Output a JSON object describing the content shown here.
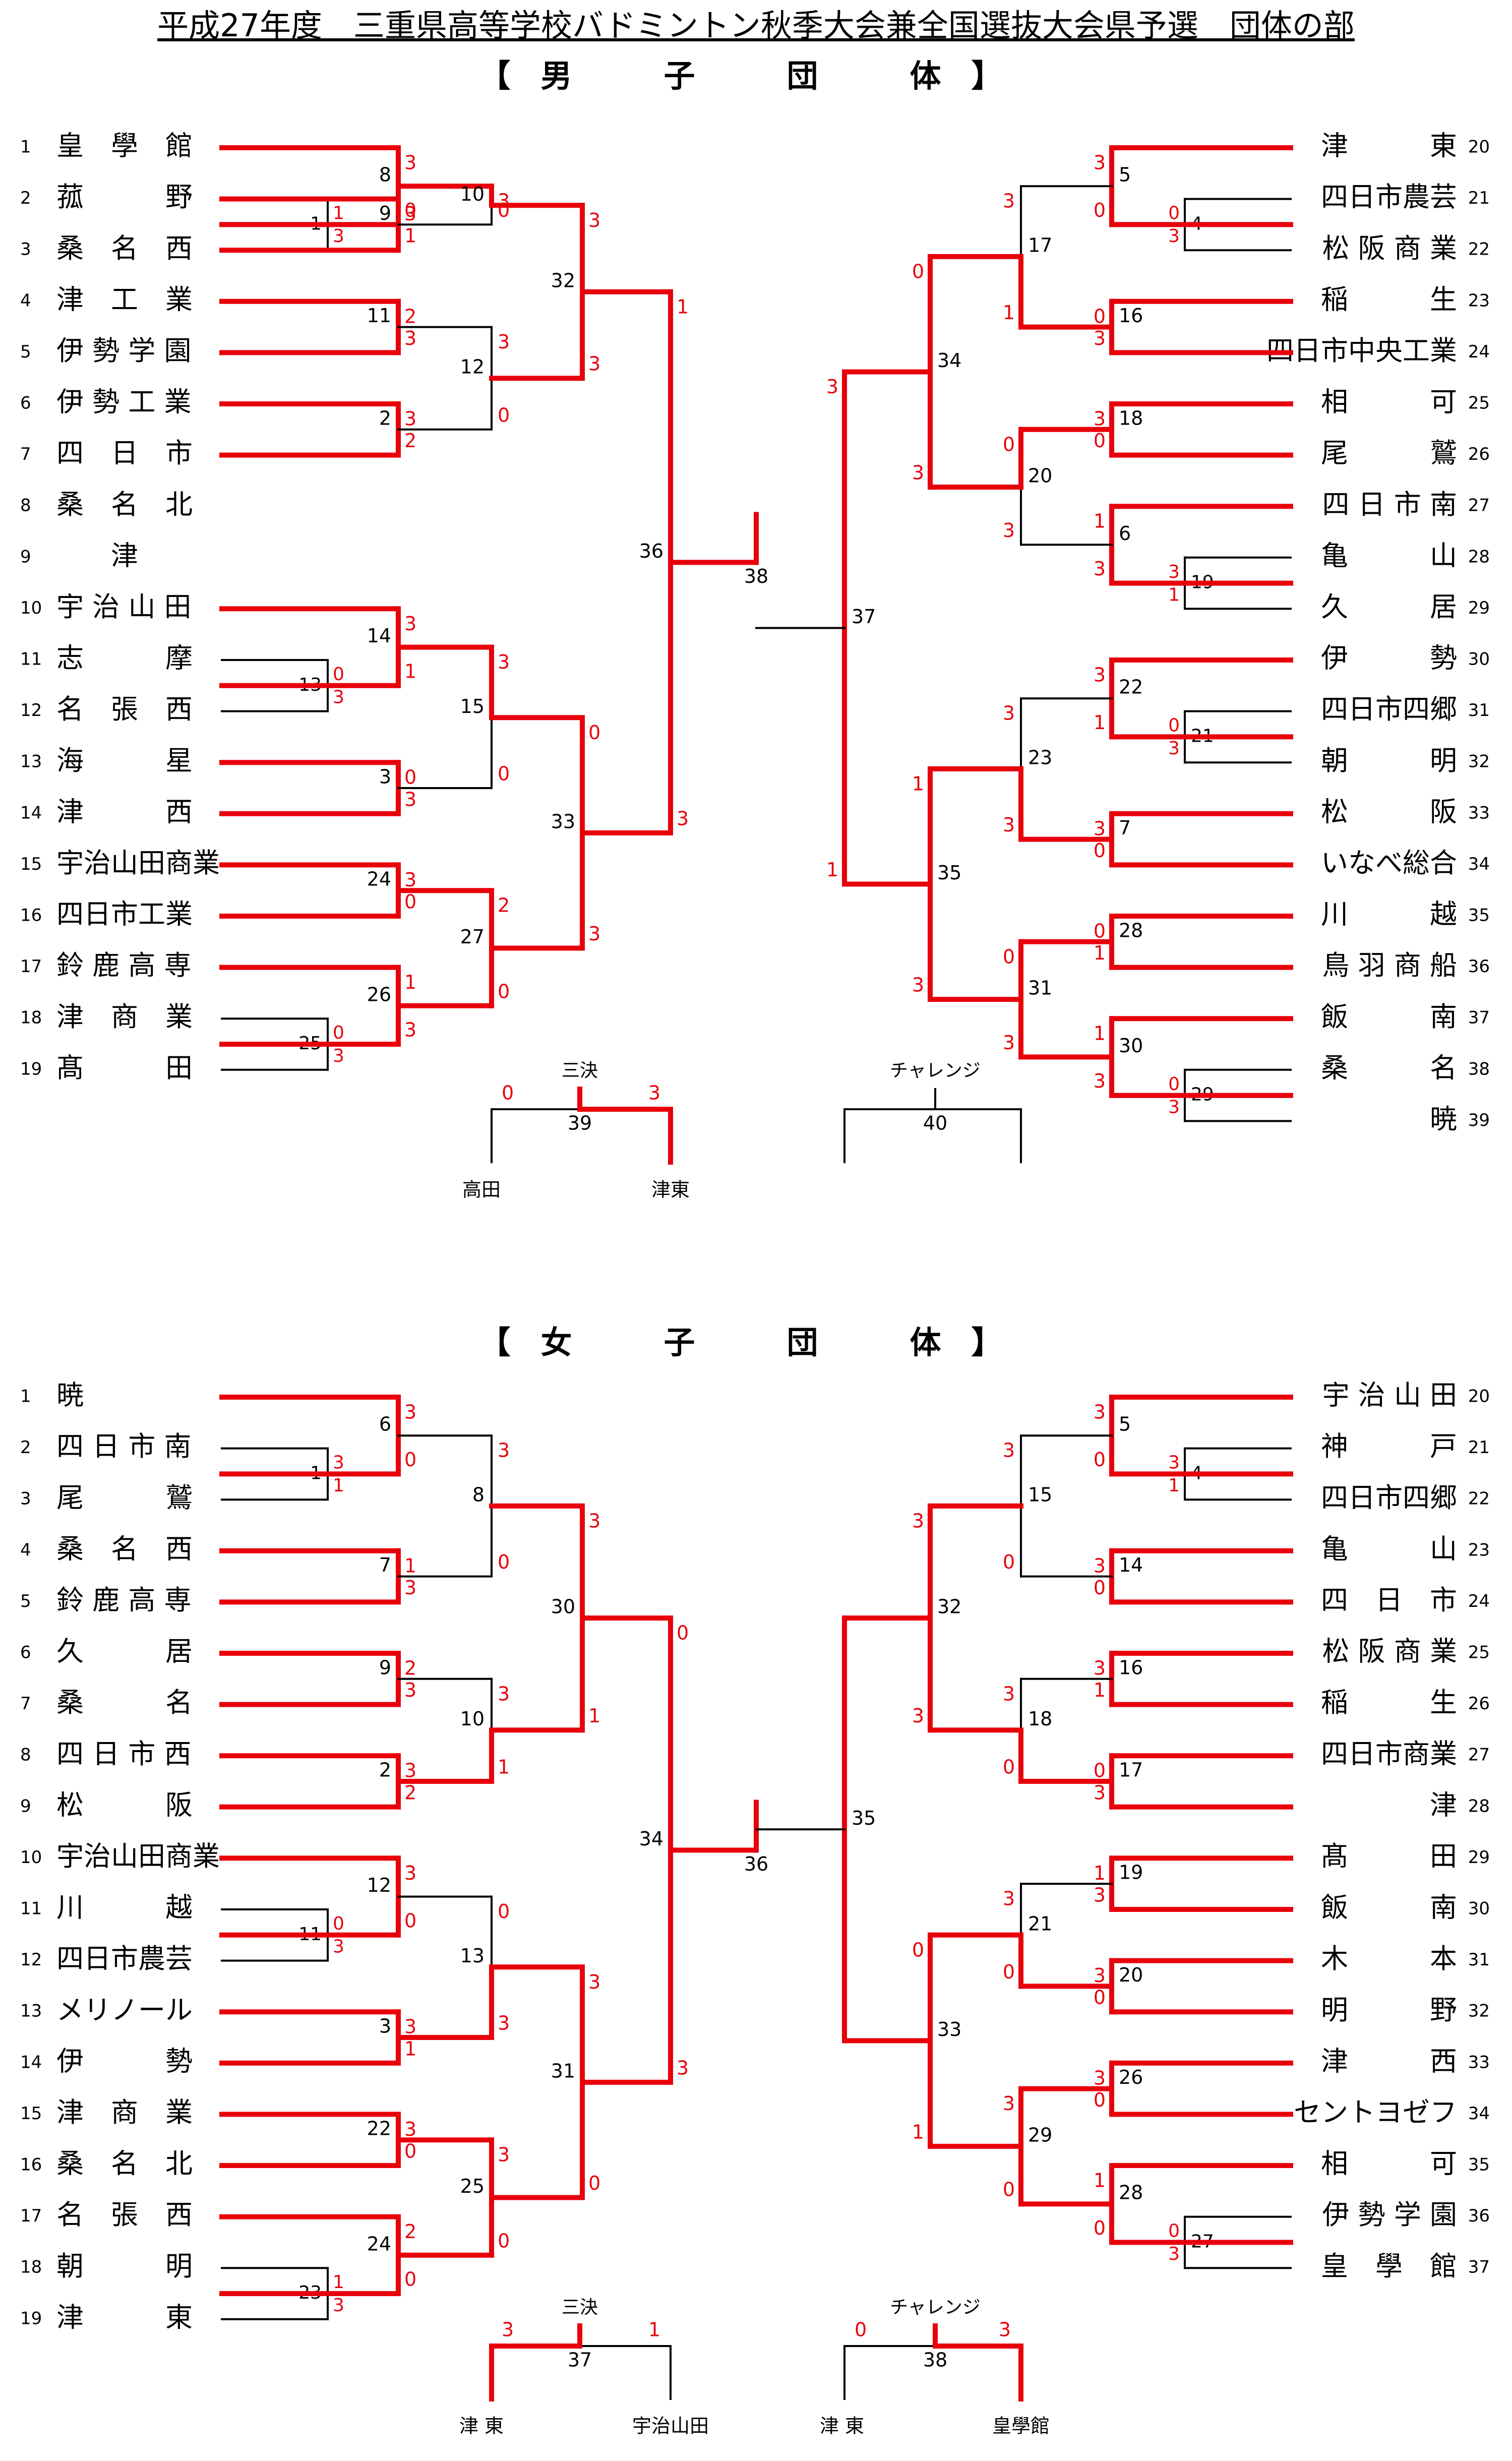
{
  "title": "平成27年度　三重県高等学校バドミントン秋季大会兼全国選抜大会県予選　団体の部",
  "colors": {
    "win": "#e8000b",
    "line": "#000000"
  },
  "sections": [
    {
      "heading": "【男　子　団　体】",
      "left": [
        "皇　學　館",
        "菰　　　野",
        "桑　名　西",
        "津　工　業",
        "伊 勢 学 園",
        "伊 勢 工 業",
        "四　日　市",
        "桑　名　北",
        "　　津",
        "宇 治 山 田",
        "志　　　摩",
        "名　張　西",
        "海　　　星",
        "津　　　西",
        "宇治山田商業",
        "四日市工業",
        "鈴 鹿 高 専",
        "津　商　業",
        "髙　　　田"
      ],
      "right": [
        "津　　　東",
        "四日市農芸",
        "松 阪 商 業",
        "稲　　　生",
        "四日市中央工業",
        "相　　　可",
        "尾　　　鷲",
        "四 日 市 南",
        "亀　　　山",
        "久　　　居",
        "伊　　　勢",
        "四日市四郷",
        "朝　　　明",
        "松　　　阪",
        "いなべ総合",
        "川　　　越",
        "鳥 羽 商 船",
        "飯　　　南",
        "桑　　　名",
        "暁"
      ],
      "left_nums": [
        "1",
        "2",
        "3",
        "4",
        "5",
        "6",
        "7",
        "8",
        "9",
        "10",
        "11",
        "12",
        "13",
        "14",
        "15",
        "16",
        "17",
        "18",
        "19"
      ],
      "right_nums": [
        "20",
        "21",
        "22",
        "23",
        "24",
        "25",
        "26",
        "27",
        "28",
        "29",
        "30",
        "31",
        "32",
        "33",
        "34",
        "35",
        "36",
        "37",
        "38",
        "39"
      ],
      "match_nums": [
        "1",
        "8",
        "9",
        "10",
        "11",
        "2",
        "12",
        "13",
        "14",
        "3",
        "15",
        "24",
        "25",
        "26",
        "27",
        "32",
        "33",
        "36",
        "4",
        "5",
        "16",
        "17",
        "18",
        "19",
        "6",
        "20",
        "21",
        "22",
        "7",
        "23",
        "28",
        "29",
        "30",
        "31",
        "34",
        "35",
        "37",
        "38"
      ],
      "scores": [
        "1",
        "3",
        "3",
        "0",
        "3",
        "1",
        "3",
        "0",
        "2",
        "3",
        "3",
        "2",
        "3",
        "0",
        "0",
        "3",
        "3",
        "1",
        "0",
        "3",
        "3",
        "0",
        "3",
        "0",
        "0",
        "3",
        "1",
        "3",
        "2",
        "0",
        "3",
        "3",
        "0",
        "3",
        "1",
        "3",
        "0",
        "3",
        "3",
        "0",
        "0",
        "3",
        "3",
        "1",
        "3",
        "0",
        "3",
        "1",
        "1",
        "3",
        "0",
        "3",
        "0",
        "3",
        "3",
        "1",
        "3",
        "0",
        "3",
        "3",
        "0",
        "1",
        "0",
        "3",
        "1",
        "3",
        "0",
        "3",
        "0",
        "3",
        "1",
        "3",
        "3",
        "1"
      ],
      "third": {
        "label": "三決",
        "num": "39",
        "left_score": "0",
        "right_score": "3",
        "left_team": "高田",
        "right_team": "津東"
      },
      "challenge": {
        "label": "チャレンジ",
        "num": "40"
      }
    },
    {
      "heading": "【女　子　団　体】",
      "left": [
        "暁",
        "四 日 市 南",
        "尾　　　鷲",
        "桑　名　西",
        "鈴 鹿 高 専",
        "久　　　居",
        "桑　　　名",
        "四 日 市 西",
        "松　　　阪",
        "宇治山田商業",
        "川　　　越",
        "四日市農芸",
        "メリノール",
        "伊　　　勢",
        "津　商　業",
        "桑　名　北",
        "名　張　西",
        "朝　　　明",
        "津　　　東"
      ],
      "right": [
        "宇 治 山 田",
        "神　　　戸",
        "四日市四郷",
        "亀　　　山",
        "四　日　市",
        "松 阪 商 業",
        "稲　　　生",
        "四日市商業",
        "　津",
        "髙　　　田",
        "飯　　　南",
        "木　　　本",
        "明　　　野",
        "津　　　西",
        "セントヨゼフ",
        "相　　　可",
        "伊 勢 学 園",
        "皇　學　館"
      ],
      "left_nums": [
        "1",
        "2",
        "3",
        "4",
        "5",
        "6",
        "7",
        "8",
        "9",
        "10",
        "11",
        "12",
        "13",
        "14",
        "15",
        "16",
        "17",
        "18",
        "19"
      ],
      "right_nums": [
        "20",
        "21",
        "22",
        "23",
        "24",
        "25",
        "26",
        "27",
        "28",
        "29",
        "30",
        "31",
        "32",
        "33",
        "34",
        "35",
        "36",
        "37"
      ],
      "match_nums": [
        "1",
        "6",
        "7",
        "8",
        "9",
        "2",
        "10",
        "11",
        "12",
        "3",
        "13",
        "22",
        "23",
        "24",
        "25",
        "30",
        "31",
        "34",
        "4",
        "5",
        "14",
        "15",
        "16",
        "17",
        "18",
        "19",
        "20",
        "21",
        "26",
        "27",
        "28",
        "29",
        "32",
        "33",
        "35",
        "36"
      ],
      "scores": [
        "3",
        "1",
        "3",
        "0",
        "1",
        "3",
        "3",
        "0",
        "2",
        "3",
        "3",
        "2",
        "3",
        "1",
        "0",
        "3",
        "3",
        "0",
        "3",
        "1",
        "0",
        "3",
        "3",
        "0",
        "1",
        "3",
        "2",
        "0",
        "3",
        "0",
        "3",
        "1",
        "3",
        "0",
        "0",
        "3",
        "3",
        "1",
        "3",
        "0",
        "3",
        "0",
        "3",
        "0",
        "3",
        "1",
        "0",
        "3",
        "3",
        "0",
        "1",
        "3",
        "3",
        "0",
        "3",
        "0",
        "3",
        "0",
        "0",
        "3",
        "1",
        "0",
        "3",
        "0",
        "3",
        "3",
        "0",
        "1"
      ],
      "third": {
        "label": "三決",
        "num": "37",
        "left_score": "3",
        "right_score": "1",
        "left_team": "津 東",
        "right_team": "宇治山田"
      },
      "challenge": {
        "label": "チャレンジ",
        "num": "38",
        "left_score": "0",
        "right_score": "3",
        "left_team": "津 東",
        "right_team": "皇學館"
      }
    }
  ]
}
